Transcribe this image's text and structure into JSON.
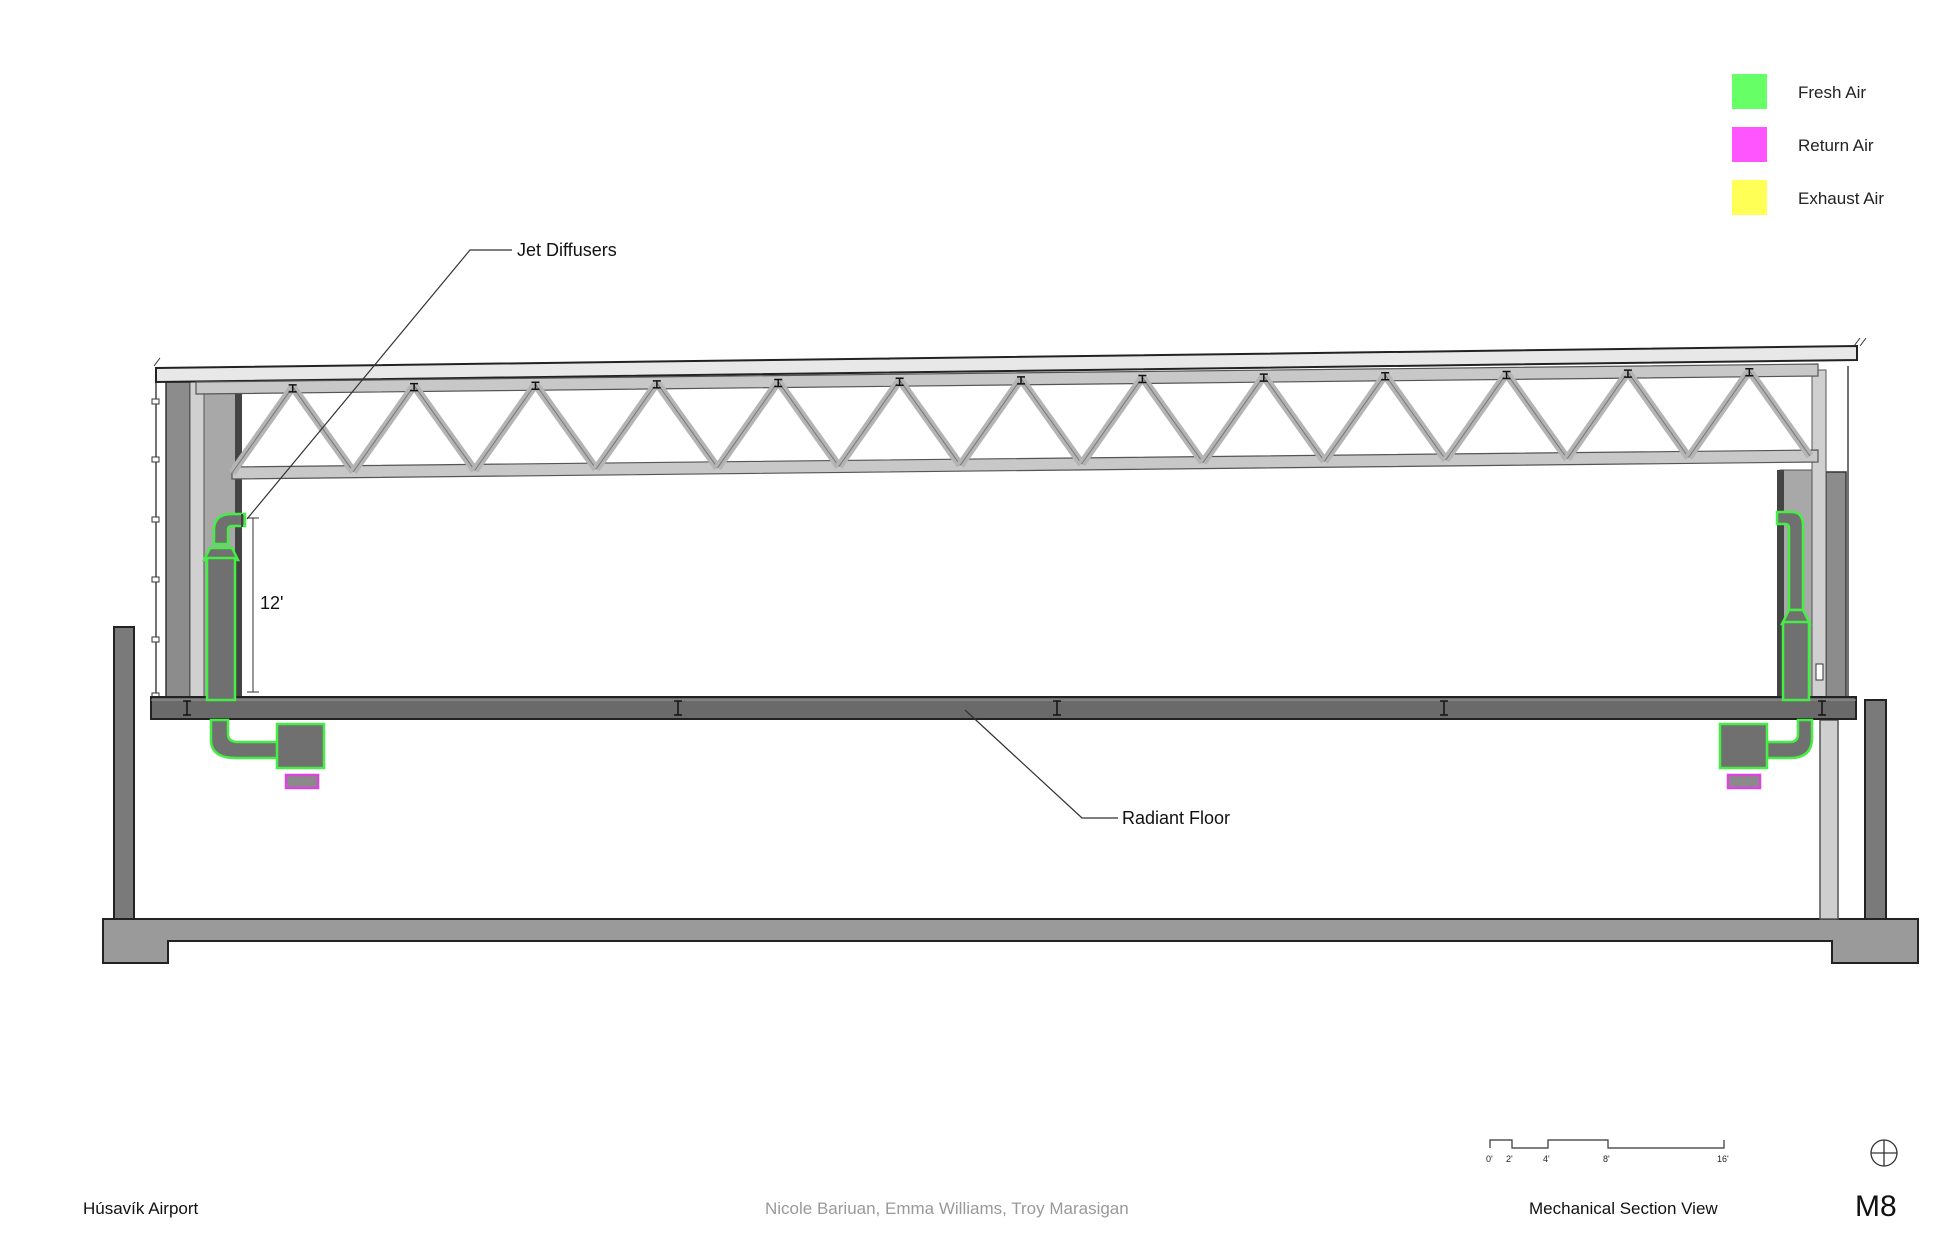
{
  "legend": [
    {
      "key": "fresh_air",
      "label": "Fresh Air",
      "color": "#66ff66"
    },
    {
      "key": "return_air",
      "label": "Return Air",
      "color": "#ff55ff"
    },
    {
      "key": "exhaust_air",
      "label": "Exhaust Air",
      "color": "#ffff55"
    }
  ],
  "callouts": {
    "jet_diffusers": "Jet Diffusers",
    "radiant_floor": "Radiant Floor",
    "height_dimension": "12'"
  },
  "scale_bar": {
    "ticks": [
      "0'",
      "2'",
      "4'",
      "8'",
      "16'"
    ]
  },
  "footer": {
    "project": "Húsavík Airport",
    "authors": "Nicole Bariuan, Emma Williams, Troy Marasigan",
    "sheet_title": "Mechanical Section View",
    "sheet_number": "M8"
  },
  "colors": {
    "duct_outline": "#44ee44",
    "return_grille": "#dd44dd",
    "structure_fill": "#888888",
    "slab_fill": "#6a6a6a",
    "truss_fill": "#c4c4c4",
    "footer_authors": "#999999"
  }
}
